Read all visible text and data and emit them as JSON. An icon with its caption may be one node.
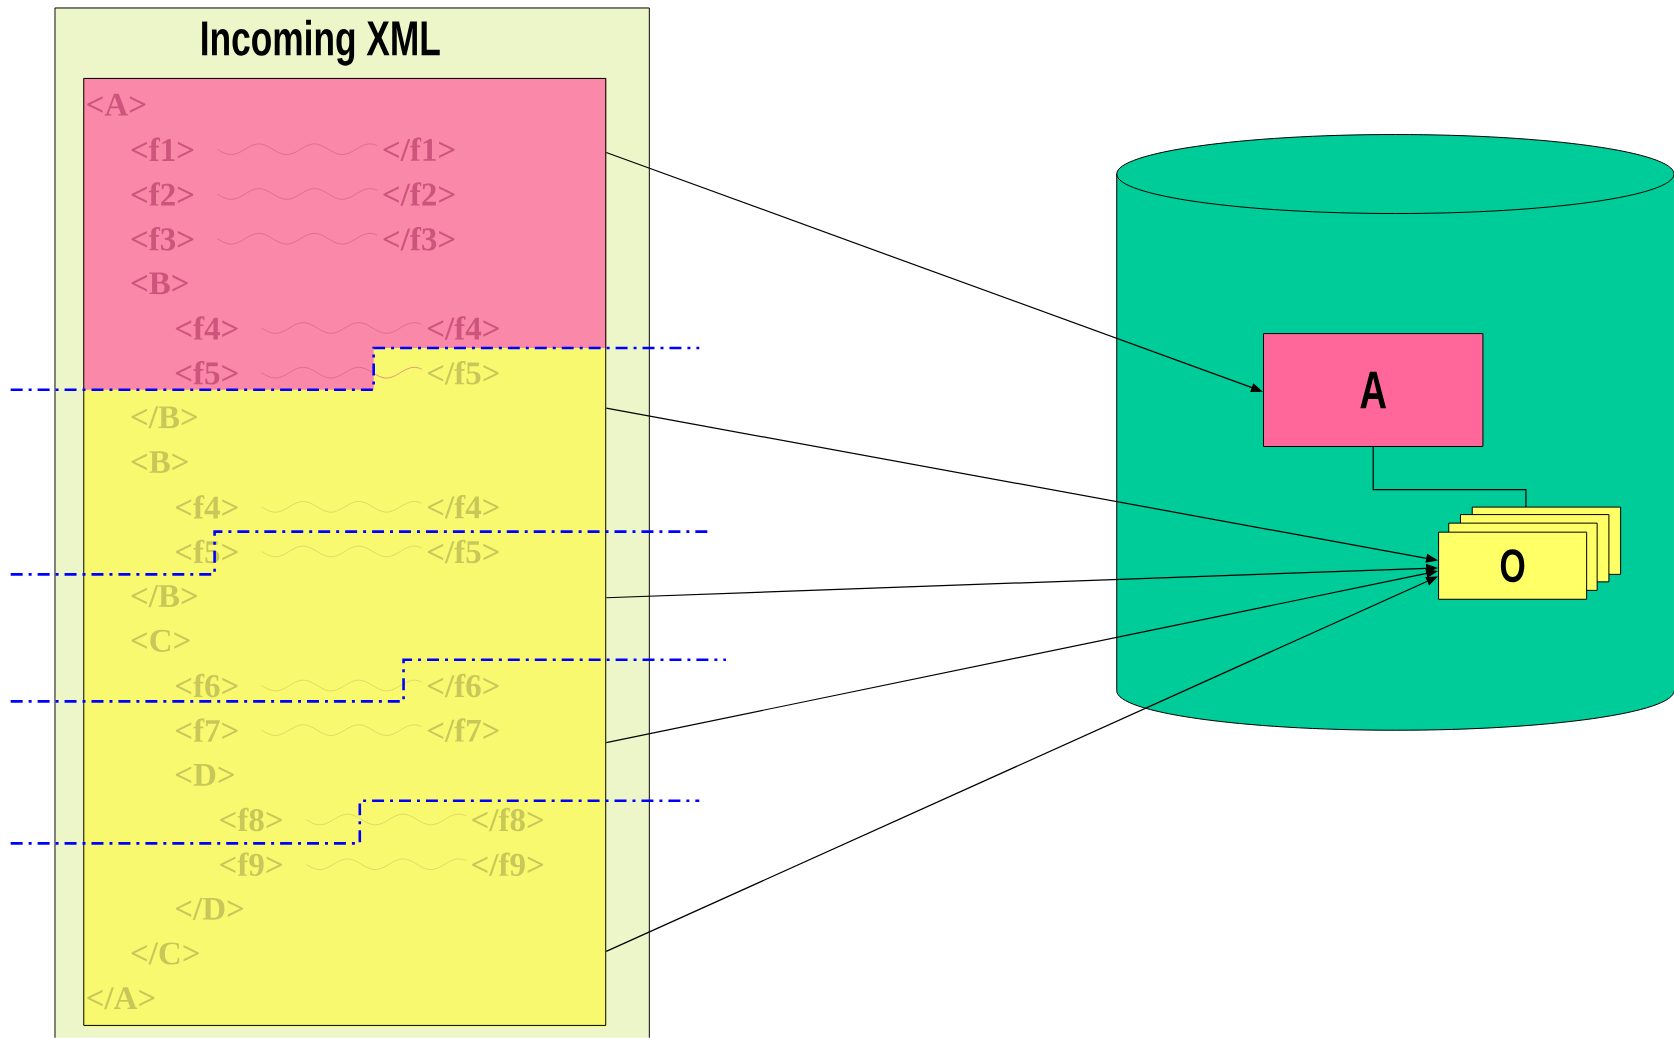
{
  "diagram": {
    "nodes": [
      {
        "text": [
          "Incoming XML"
        ]
      },
      {
        "text": [
          "<A>",
          "<f1>",
          "</f1>",
          "<f2>",
          "</f2>",
          "<f3>",
          "</f3>",
          "<B>",
          "<f4>",
          "</f4>",
          "<f5>",
          "</f5>",
          "</B>",
          "<B>",
          "<f4>",
          "</f4>",
          "<f5>",
          "</f5>",
          "</B>",
          "<C>",
          "<f6>",
          "</f6>",
          "<f7>",
          "</f7>",
          "<D>",
          "<f8>",
          "</f8>",
          "<f9>",
          "</f9>",
          "</D>",
          "</C>",
          "</A>"
        ],
        "in": 0
      },
      {
        "text": [],
        "shape": "cylinder"
      },
      {
        "text": [
          "A"
        ],
        "in": 2
      },
      {
        "text": [
          "O"
        ],
        "in": 2
      }
    ],
    "edges": [
      {
        "from": 1,
        "to": 3,
        "arrow": "to"
      },
      {
        "from": 1,
        "to": 4,
        "arrow": "to"
      },
      {
        "from": 1,
        "to": 4,
        "arrow": "to"
      },
      {
        "from": 1,
        "to": 4,
        "arrow": "to"
      },
      {
        "from": 1,
        "to": 4,
        "arrow": "to"
      },
      {
        "from": 3,
        "to": 4,
        "arrow": "none"
      }
    ]
  }
}
